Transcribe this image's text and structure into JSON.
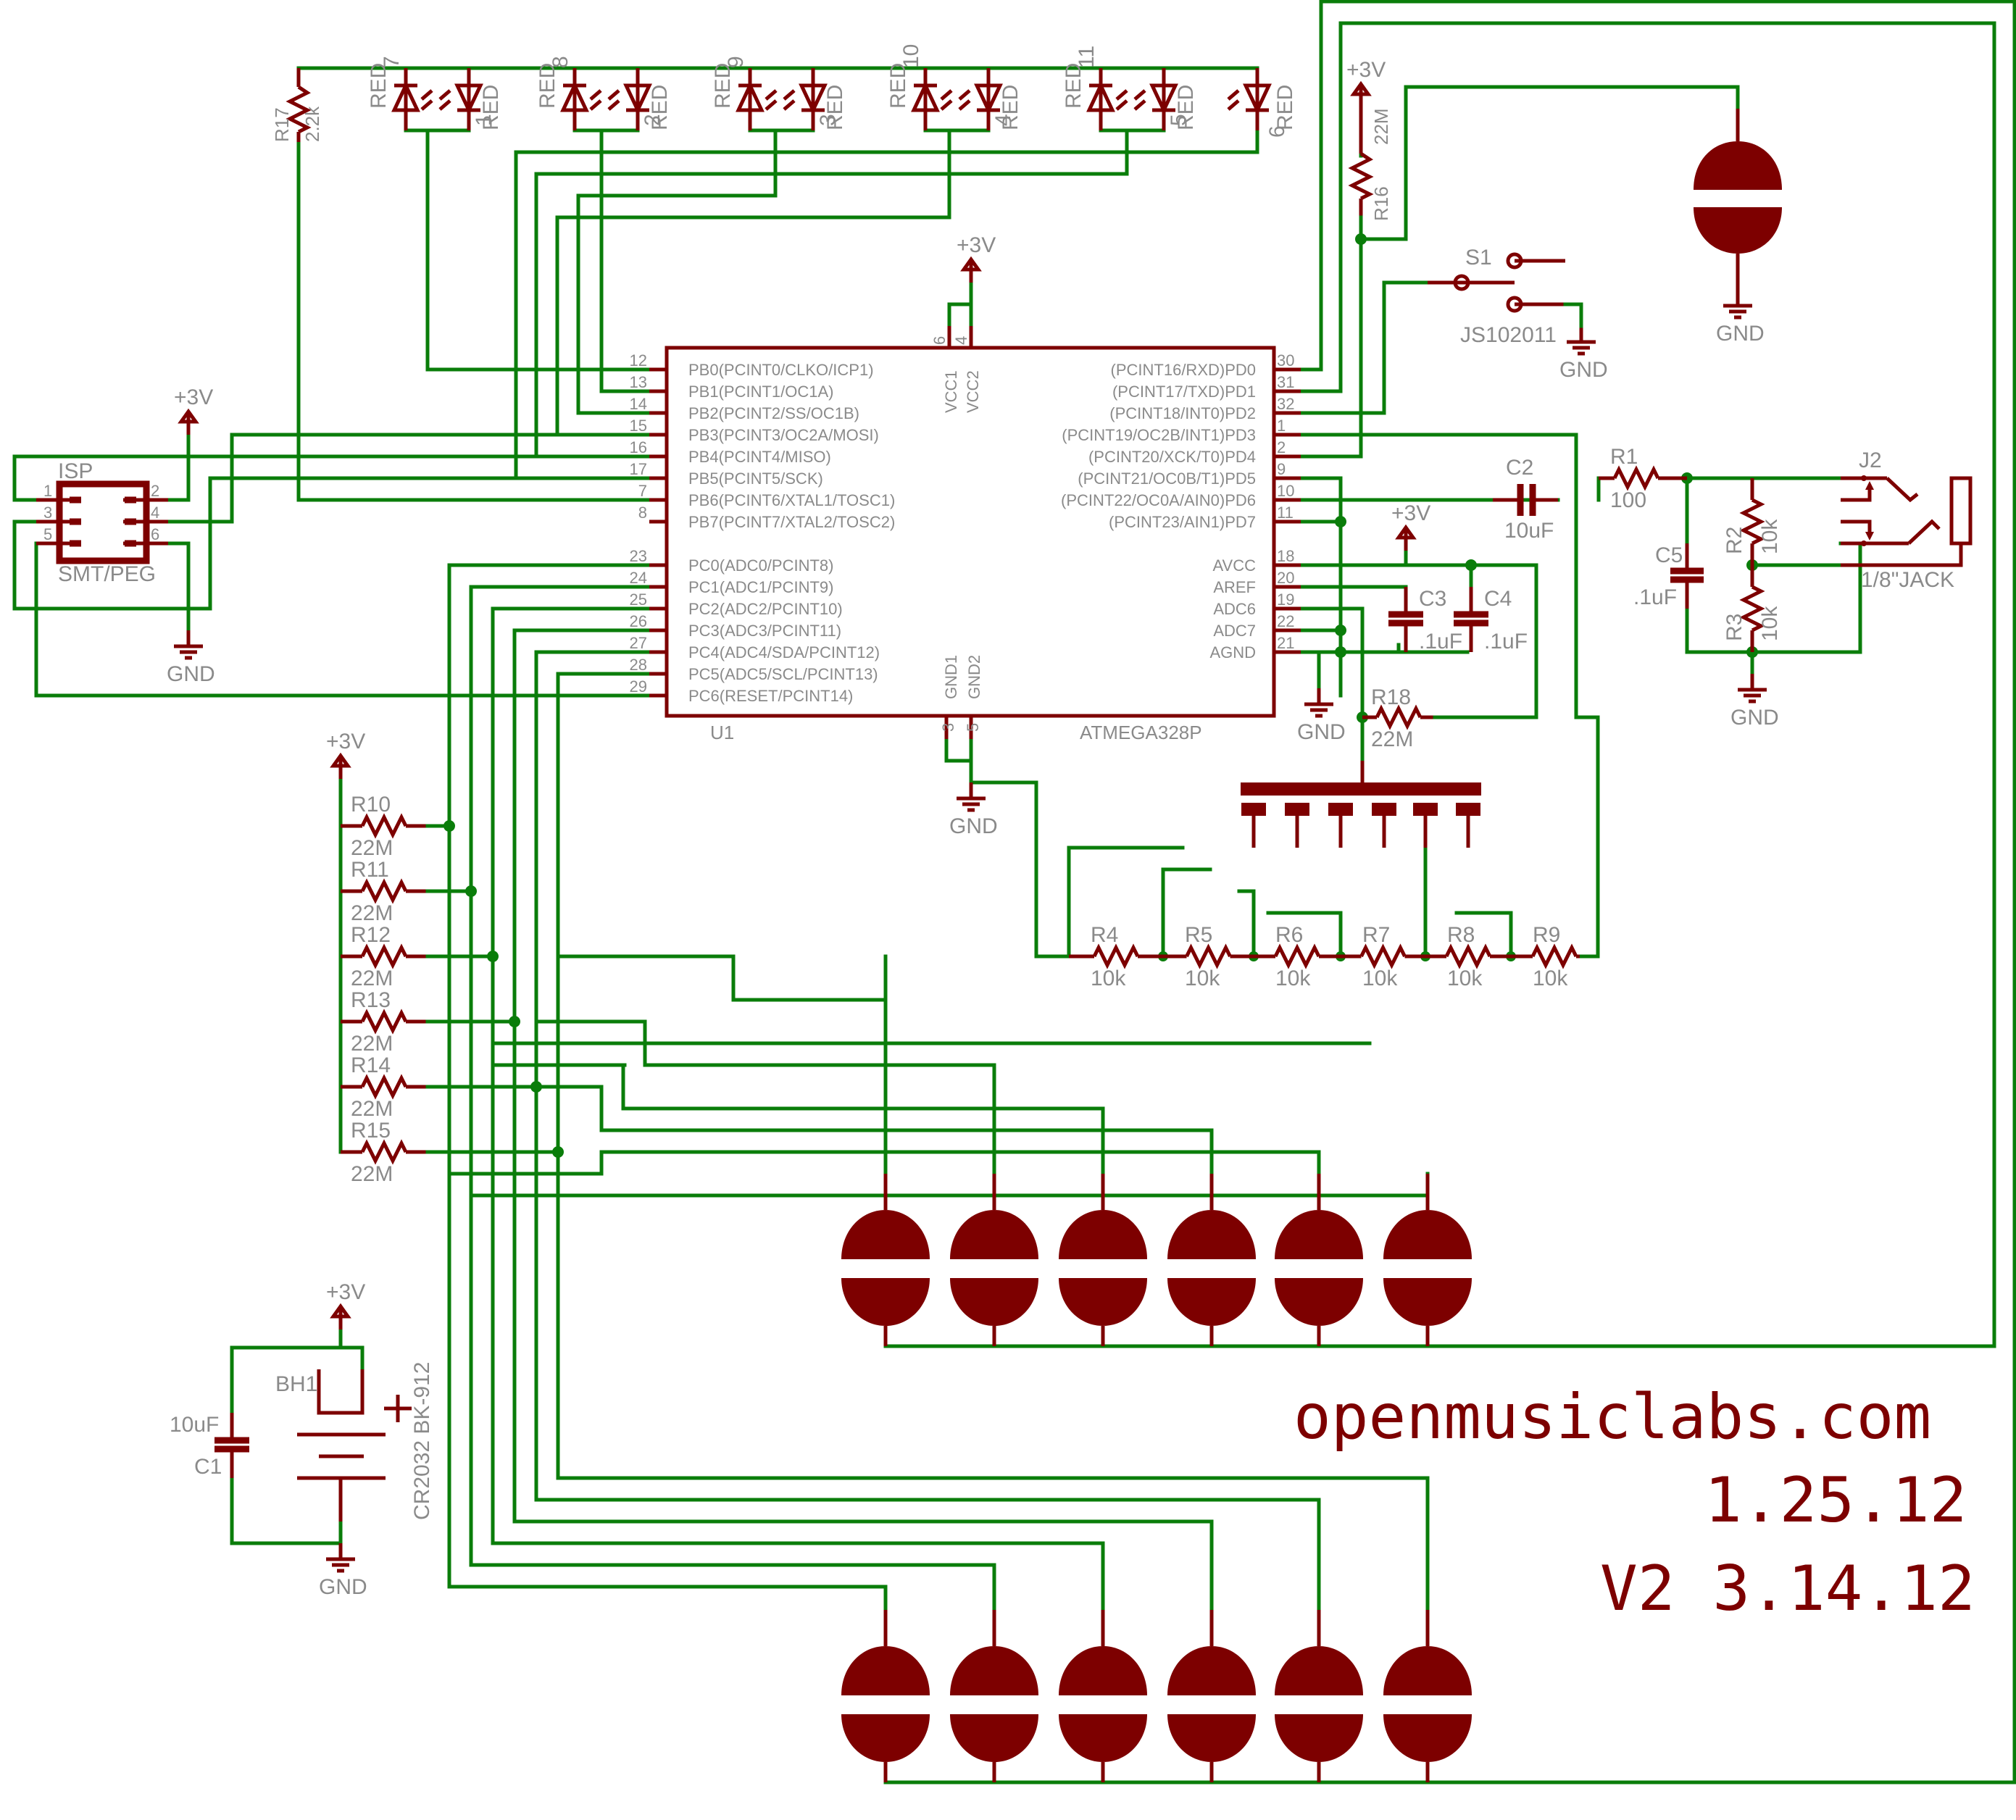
{
  "title_block": {
    "website": "openmusiclabs.com",
    "date": "1.25.12",
    "version": "V2 3.14.12"
  },
  "colors": {
    "wire": "#0a7d0a",
    "symbol": "#7d0000",
    "label": "#8a8a8a"
  },
  "u1": {
    "ref": "U1",
    "value": "ATMEGA328P",
    "left_pins": [
      {
        "num": "12",
        "name": "PB0(PCINT0/CLKO/ICP1)"
      },
      {
        "num": "13",
        "name": "PB1(PCINT1/OC1A)"
      },
      {
        "num": "14",
        "name": "PB2(PCINT2/SS/OC1B)"
      },
      {
        "num": "15",
        "name": "PB3(PCINT3/OC2A/MOSI)"
      },
      {
        "num": "16",
        "name": "PB4(PCINT4/MISO)"
      },
      {
        "num": "17",
        "name": "PB5(PCINT5/SCK)"
      },
      {
        "num": "7",
        "name": "PB6(PCINT6/XTAL1/TOSC1)"
      },
      {
        "num": "8",
        "name": "PB7(PCINT7/XTAL2/TOSC2)"
      },
      {
        "num": "23",
        "name": "PC0(ADC0/PCINT8)"
      },
      {
        "num": "24",
        "name": "PC1(ADC1/PCINT9)"
      },
      {
        "num": "25",
        "name": "PC2(ADC2/PCINT10)"
      },
      {
        "num": "26",
        "name": "PC3(ADC3/PCINT11)"
      },
      {
        "num": "27",
        "name": "PC4(ADC4/SDA/PCINT12)"
      },
      {
        "num": "28",
        "name": "PC5(ADC5/SCL/PCINT13)"
      },
      {
        "num": "29",
        "name": "PC6(RESET/PCINT14)"
      }
    ],
    "right_pins": [
      {
        "num": "30",
        "name": "(PCINT16/RXD)PD0"
      },
      {
        "num": "31",
        "name": "(PCINT17/TXD)PD1"
      },
      {
        "num": "32",
        "name": "(PCINT18/INT0)PD2"
      },
      {
        "num": "1",
        "name": "(PCINT19/OC2B/INT1)PD3"
      },
      {
        "num": "2",
        "name": "(PCINT20/XCK/T0)PD4"
      },
      {
        "num": "9",
        "name": "(PCINT21/OC0B/T1)PD5"
      },
      {
        "num": "10",
        "name": "(PCINT22/OC0A/AIN0)PD6"
      },
      {
        "num": "11",
        "name": "(PCINT23/AIN1)PD7"
      },
      {
        "num": "18",
        "name": "AVCC"
      },
      {
        "num": "20",
        "name": "AREF"
      },
      {
        "num": "19",
        "name": "ADC6"
      },
      {
        "num": "22",
        "name": "ADC7"
      },
      {
        "num": "21",
        "name": "AGND"
      }
    ],
    "top_pins": [
      {
        "num": "6",
        "name": "VCC1"
      },
      {
        "num": "4",
        "name": "VCC2"
      }
    ],
    "bottom_pins": [
      {
        "num": "3",
        "name": "GND1"
      },
      {
        "num": "5",
        "name": "GND2"
      }
    ]
  },
  "leds": [
    {
      "label": "RED",
      "num": "7"
    },
    {
      "label": "RED",
      "num": "1"
    },
    {
      "label": "RED",
      "num": "8"
    },
    {
      "label": "RED",
      "num": "2"
    },
    {
      "label": "RED",
      "num": "9"
    },
    {
      "label": "RED",
      "num": "3"
    },
    {
      "label": "RED",
      "num": "10"
    },
    {
      "label": "RED",
      "num": "4"
    },
    {
      "label": "RED",
      "num": "11"
    },
    {
      "label": "RED",
      "num": "5"
    },
    {
      "label": "RED",
      "num": "6"
    }
  ],
  "resistors": {
    "r17": {
      "ref": "R17",
      "value": "2.2k"
    },
    "r16": {
      "ref": "R16",
      "value": "22M"
    },
    "r18": {
      "ref": "R18",
      "value": "22M"
    },
    "r1": {
      "ref": "R1",
      "value": "100"
    },
    "r2": {
      "ref": "R2",
      "value": "10k"
    },
    "r3": {
      "ref": "R3",
      "value": "10k"
    },
    "ladder": [
      {
        "ref": "R4",
        "value": "10k"
      },
      {
        "ref": "R5",
        "value": "10k"
      },
      {
        "ref": "R6",
        "value": "10k"
      },
      {
        "ref": "R7",
        "value": "10k"
      },
      {
        "ref": "R8",
        "value": "10k"
      },
      {
        "ref": "R9",
        "value": "10k"
      }
    ],
    "pullups": [
      {
        "ref": "R10",
        "value": "22M"
      },
      {
        "ref": "R11",
        "value": "22M"
      },
      {
        "ref": "R12",
        "value": "22M"
      },
      {
        "ref": "R13",
        "value": "22M"
      },
      {
        "ref": "R14",
        "value": "22M"
      },
      {
        "ref": "R15",
        "value": "22M"
      }
    ]
  },
  "capacitors": {
    "c1": {
      "ref": "C1",
      "value": "10uF"
    },
    "c2": {
      "ref": "C2",
      "value": "10uF"
    },
    "c3": {
      "ref": "C3",
      "value": ".1uF"
    },
    "c4": {
      "ref": "C4",
      "value": ".1uF"
    },
    "c5": {
      "ref": "C5",
      "value": ".1uF"
    }
  },
  "isp": {
    "ref": "ISP",
    "value": "SMT/PEG",
    "pins": [
      "1",
      "2",
      "3",
      "4",
      "5",
      "6"
    ]
  },
  "switch": {
    "ref": "S1",
    "value": "JS102011"
  },
  "jack": {
    "ref": "J2",
    "value": "1/8\"JACK"
  },
  "battery": {
    "ref": "BH1",
    "value": "CR2032 BK-912",
    "polarity": "+"
  },
  "power": {
    "vcc": "+3V",
    "gnd": "GND"
  }
}
